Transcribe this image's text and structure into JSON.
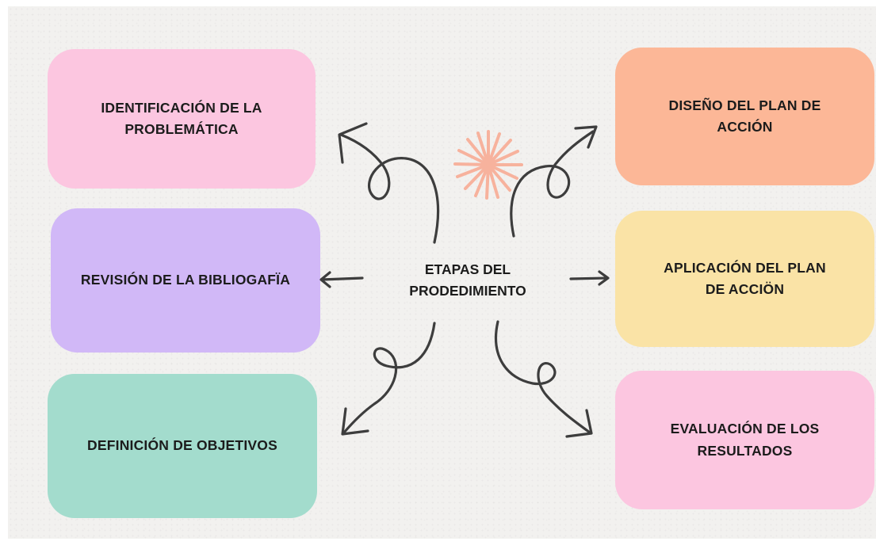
{
  "center": {
    "line1": "ETAPAS DEL",
    "line2": "PRODEDIMIENTO"
  },
  "stages": {
    "identificacion": {
      "line1": "IDENTIFICACIÓN DE LA",
      "line2": "PROBLEMÁTICA",
      "color": "#fcc6e0"
    },
    "revision": {
      "line1": "REVISIÓN DE LA BIBLIOGAFÏA",
      "color": "#d1b8f7"
    },
    "definicion": {
      "line1": "DEFINICIÓN DE OBJETIVOS",
      "color": "#a3dccd"
    },
    "diseno": {
      "line1": "DISEÑO DEL PLAN DE",
      "line2": "ACCIÓN",
      "color": "#fcb797"
    },
    "aplicacion": {
      "line1": "APLICACIÓN DEL PLAN",
      "line2": "DE ACCIÖN",
      "color": "#fae3a6"
    },
    "evaluacion": {
      "line1": "EVALUACIÓN DE LOS",
      "line2": "RESULTADOS",
      "color": "#fcc6e0"
    }
  },
  "decor": {
    "starburst_color": "#f7b29d",
    "arrow_color": "#3d3d3d"
  }
}
